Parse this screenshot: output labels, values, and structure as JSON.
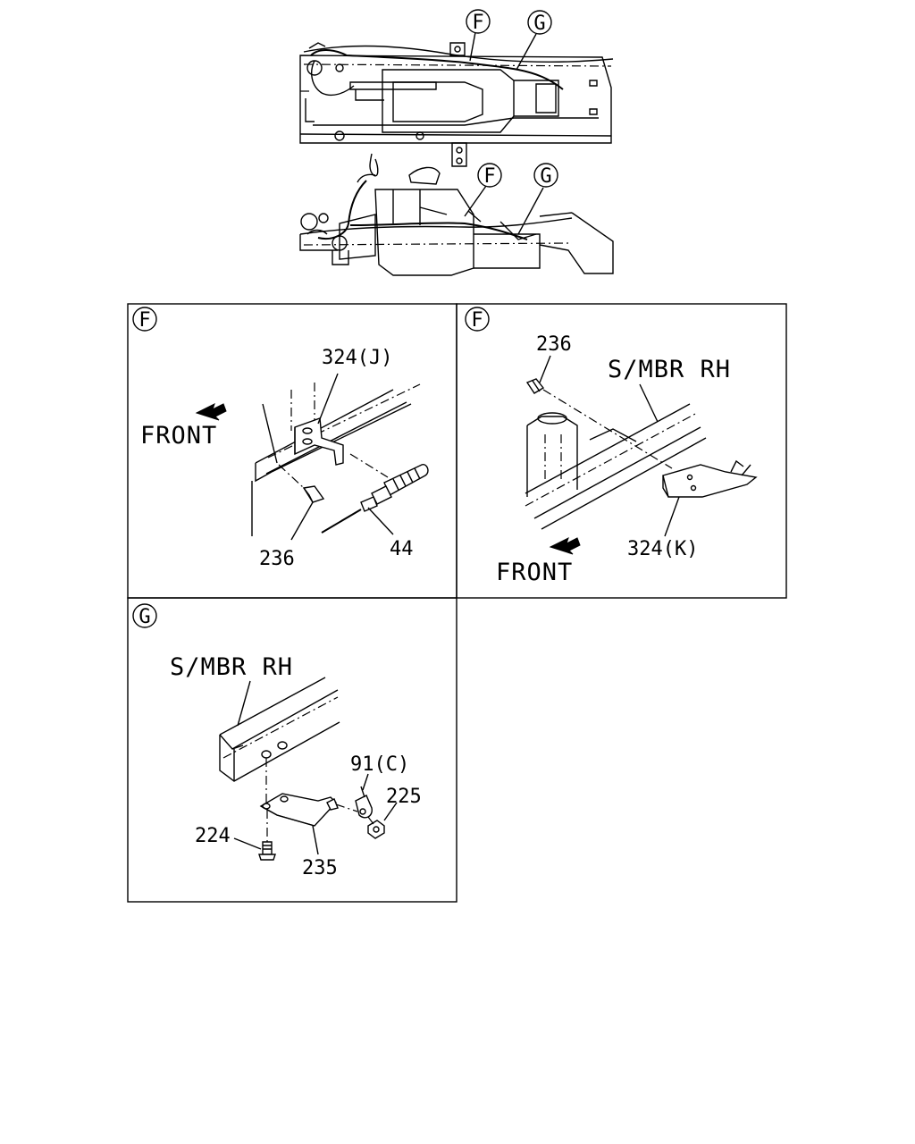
{
  "overview": {
    "callouts": [
      "F",
      "G",
      "F",
      "G"
    ]
  },
  "panel_f1": {
    "tag": "F",
    "front": "FRONT",
    "labels": {
      "bracket": "324(J)",
      "bolt": "236",
      "cable": "44"
    }
  },
  "panel_f2": {
    "tag": "F",
    "front": "FRONT",
    "member": "S/MBR RH",
    "labels": {
      "bolt": "236",
      "bracket": "324(K)"
    }
  },
  "panel_g": {
    "tag": "G",
    "member": "S/MBR RH",
    "labels": {
      "clip": "91(C)",
      "nut": "225",
      "bolt": "224",
      "bracket": "235"
    }
  }
}
